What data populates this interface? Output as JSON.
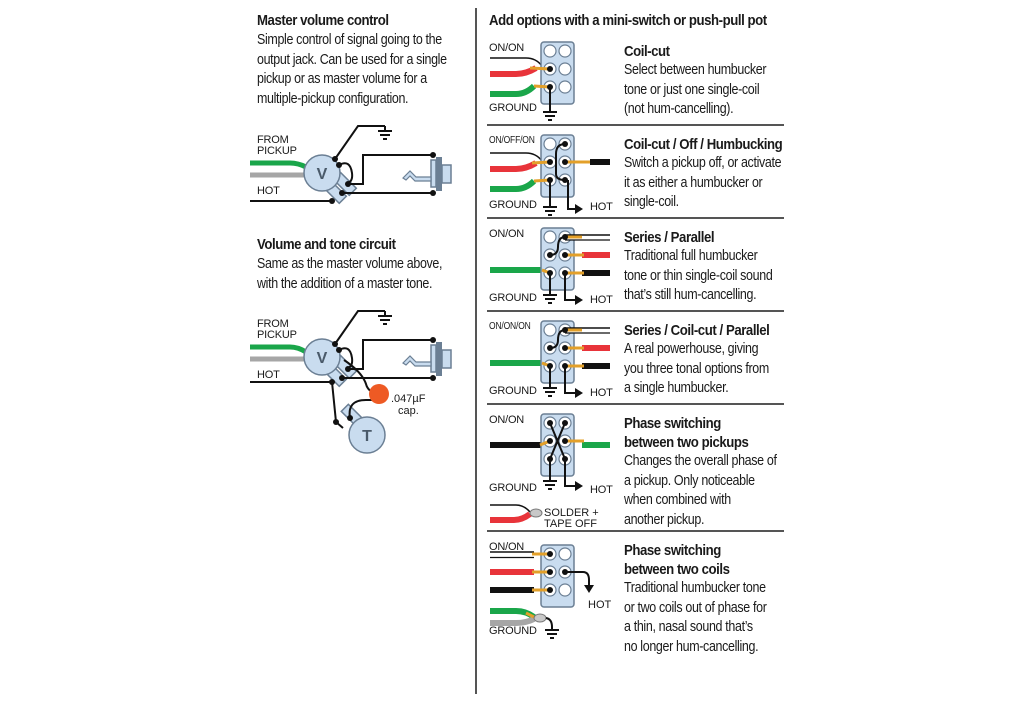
{
  "left_column": {
    "master_volume": {
      "title": "Master volume control",
      "lines": [
        "Simple control of signal going to the",
        "output jack. Can be used for a single",
        "pickup or as master volume for a",
        "multiple-pickup configuration."
      ],
      "label_from": "FROM",
      "label_pickup": "PICKUP",
      "label_hot": "HOT",
      "pot_label": "V"
    },
    "volume_tone": {
      "title": "Volume and tone circuit",
      "lines": [
        "Same as the master volume above,",
        "with the addition of a master tone."
      ],
      "label_from": "FROM",
      "label_pickup": "PICKUP",
      "label_hot": "HOT",
      "pot_volume_label": "V",
      "pot_tone_label": "T",
      "cap_value": ".047µF",
      "cap_label": "cap."
    }
  },
  "right_column": {
    "title": "Add options with a mini-switch or push-pull pot",
    "options": [
      {
        "switch_type": "ON/ON",
        "title_lines": [
          "Coil-cut"
        ],
        "lines": [
          "Select between humbucker",
          "tone or just one single-coil",
          "(not hum-cancelling)."
        ],
        "ground_label": "GROUND"
      },
      {
        "switch_type": "ON/OFF/ON",
        "title_lines": [
          "Coil-cut / Off / Humbucking"
        ],
        "lines": [
          "Switch a pickup off, or activate",
          "it as either a humbucker or",
          "single-coil."
        ],
        "ground_label": "GROUND",
        "hot_label": "HOT"
      },
      {
        "switch_type": "ON/ON",
        "title_lines": [
          "Series / Parallel"
        ],
        "lines": [
          "Traditional full humbucker",
          "tone or thin single-coil sound",
          "that’s still hum-cancelling."
        ],
        "ground_label": "GROUND",
        "hot_label": "HOT"
      },
      {
        "switch_type": "ON/ON/ON",
        "title_lines": [
          "Series / Coil-cut / Parallel"
        ],
        "lines": [
          "A real powerhouse, giving",
          "you three tonal options from",
          "a single humbucker."
        ],
        "ground_label": "GROUND",
        "hot_label": "HOT"
      },
      {
        "switch_type": "ON/ON",
        "title_lines": [
          "Phase switching",
          "between two pickups"
        ],
        "lines": [
          "Changes the overall phase of",
          "a pickup. Only noticeable",
          "when combined with",
          "another pickup."
        ],
        "ground_label": "GROUND",
        "hot_label": "HOT",
        "solder_line1": "SOLDER +",
        "solder_line2": "TAPE OFF"
      },
      {
        "switch_type": "ON/ON",
        "title_lines": [
          "Phase switching",
          "between two coils"
        ],
        "lines": [
          "Traditional humbucker tone",
          "or two coils out of phase for",
          "a thin, nasal sound that’s",
          "no longer hum-cancelling."
        ],
        "ground_label": "GROUND",
        "hot_label": "HOT"
      }
    ]
  },
  "colors": {
    "wire_green": "#1aa64a",
    "wire_red": "#e8343a",
    "wire_black": "#111111",
    "wire_gray": "#a6a6a6",
    "lug_orange": "#e3a02a",
    "switch_fill": "#c9dcef",
    "switch_stroke": "#6b7f94",
    "capacitor": "#ee5a24"
  }
}
